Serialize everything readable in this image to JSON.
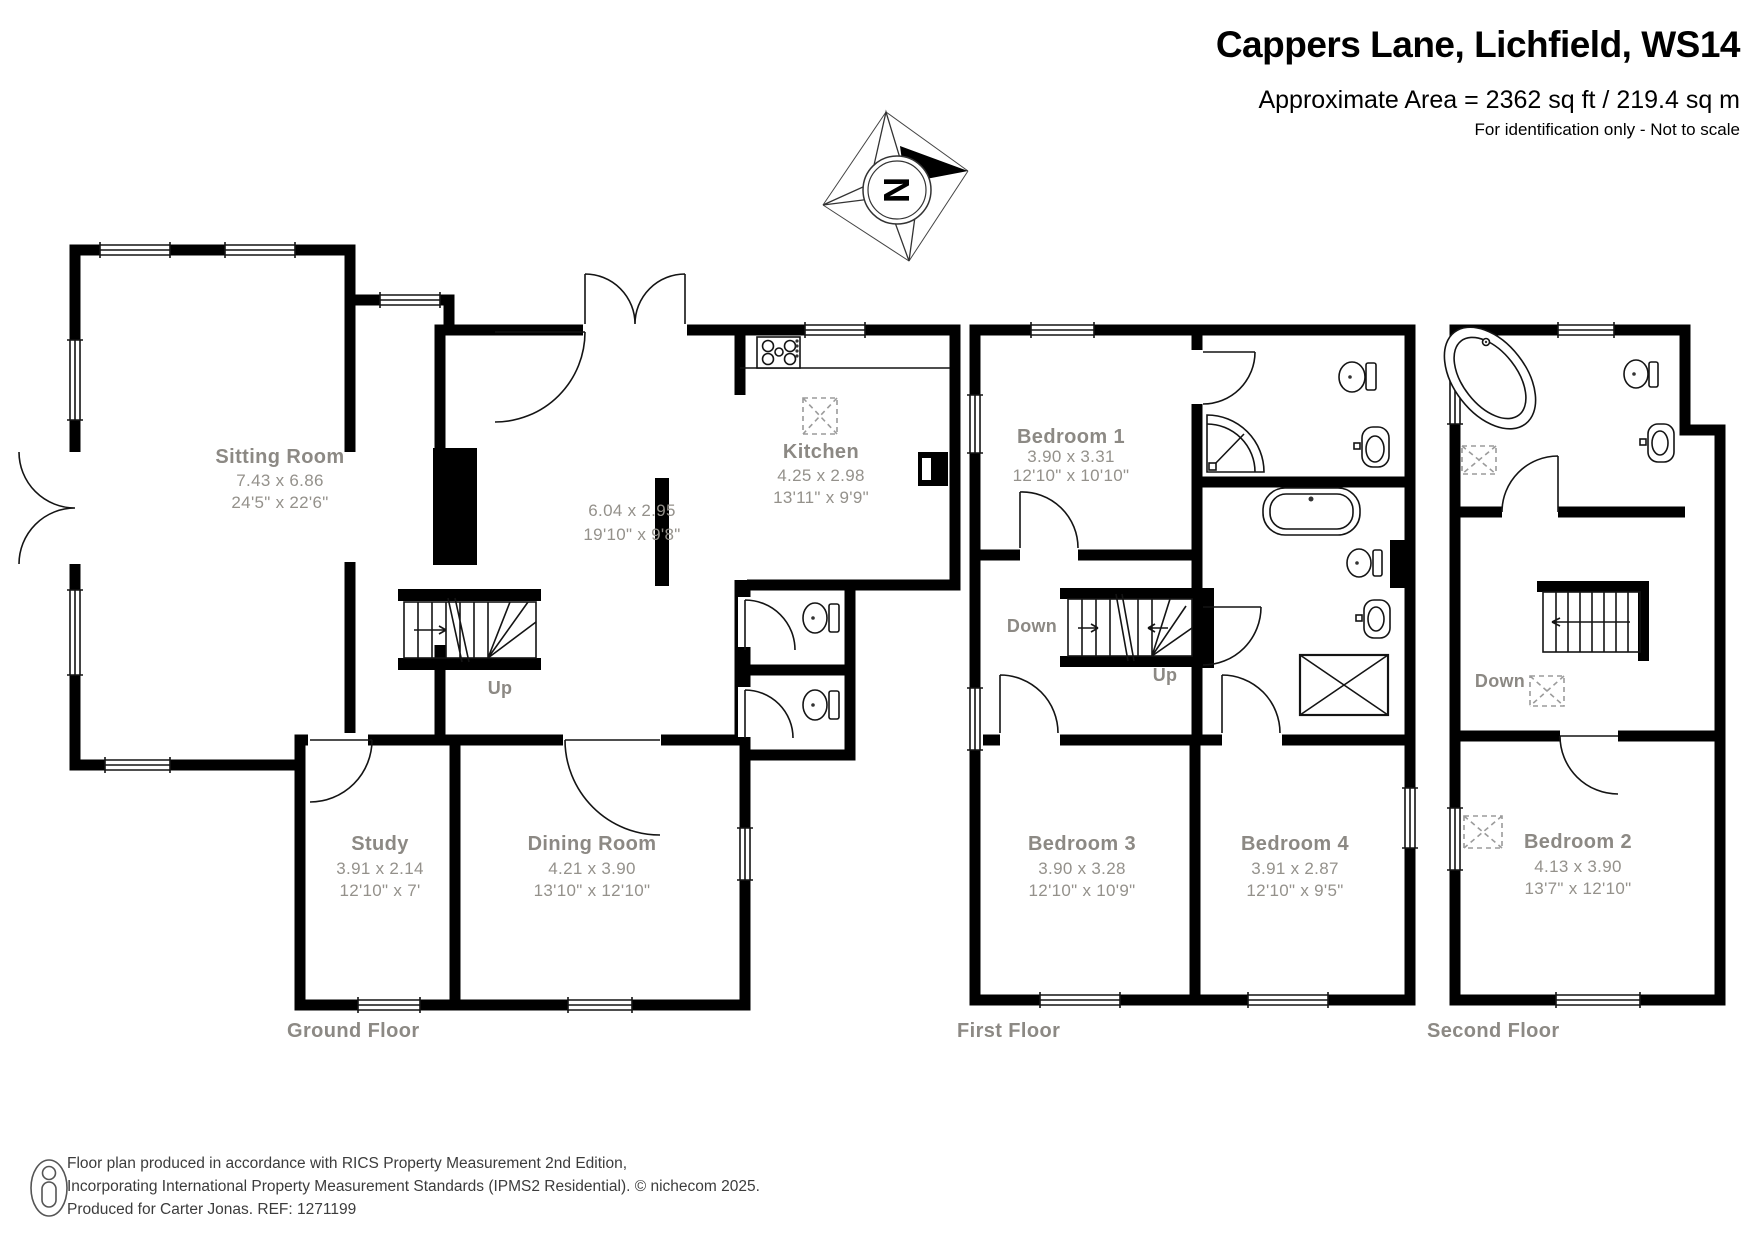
{
  "header": {
    "title": "Cappers Lane, Lichfield, WS14",
    "area_line": "Approximate Area = 2362 sq ft / 219.4 sq m",
    "disclaimer": "For identification only - Not to scale"
  },
  "compass": {
    "letter": "N"
  },
  "ground_floor": {
    "label": "Ground Floor",
    "stairs_up": "Up",
    "rooms": {
      "sitting_room": {
        "name": "Sitting Room",
        "metric": "7.43 x 6.86",
        "imperial": "24'5\" x 22'6\""
      },
      "hall": {
        "metric": "6.04 x 2.95",
        "imperial": "19'10\" x 9'8\""
      },
      "kitchen": {
        "name": "Kitchen",
        "metric": "4.25 x 2.98",
        "imperial": "13'11\" x 9'9\""
      },
      "study": {
        "name": "Study",
        "metric": "3.91 x 2.14",
        "imperial": "12'10\" x 7'"
      },
      "dining_room": {
        "name": "Dining Room",
        "metric": "4.21 x 3.90",
        "imperial": "13'10\" x 12'10\""
      }
    }
  },
  "first_floor": {
    "label": "First Floor",
    "stairs_down": "Down",
    "stairs_up": "Up",
    "rooms": {
      "bedroom_1": {
        "name": "Bedroom 1",
        "metric": "3.90 x 3.31",
        "imperial": "12'10\" x 10'10\""
      },
      "bedroom_3": {
        "name": "Bedroom 3",
        "metric": "3.90 x 3.28",
        "imperial": "12'10\" x 10'9\""
      },
      "bedroom_4": {
        "name": "Bedroom 4",
        "metric": "3.91 x 2.87",
        "imperial": "12'10\" x 9'5\""
      }
    }
  },
  "second_floor": {
    "label": "Second Floor",
    "stairs_down": "Down",
    "rooms": {
      "bedroom_2": {
        "name": "Bedroom 2",
        "metric": "4.13 x 3.90",
        "imperial": "13'7\" x 12'10\""
      }
    }
  },
  "footer": {
    "line1": "Floor plan produced in accordance with RICS Property Measurement 2nd Edition,",
    "line2": "Incorporating International Property Measurement Standards (IPMS2 Residential).    © nichecom 2025.",
    "line3": "Produced for Carter Jonas.    REF: 1271199"
  },
  "colors": {
    "wall": "#000000",
    "label_gray": "#8c8984",
    "footer_text": "#3c3c3c"
  }
}
